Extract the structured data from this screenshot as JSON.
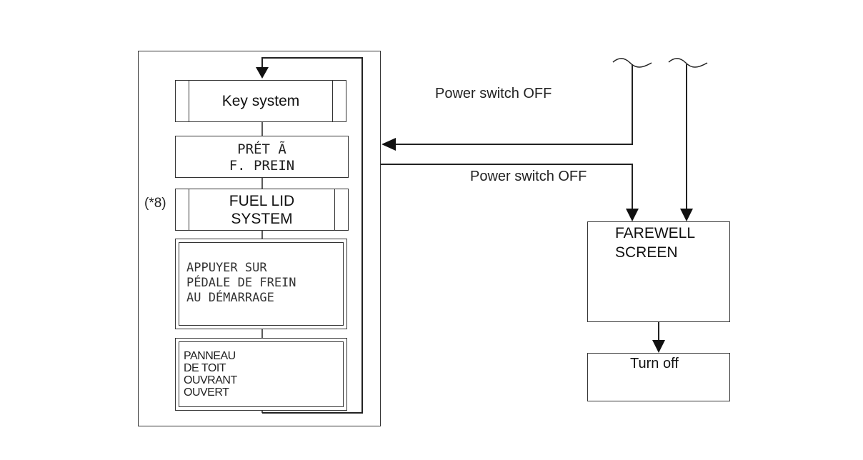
{
  "left_panel": {
    "key_system": "Key system",
    "pret_line1": "PRÉT Ã",
    "pret_line2": "F. PREIN",
    "note": "(*8)",
    "fuel_lid_line1": "FUEL LID",
    "fuel_lid_line2": "SYSTEM",
    "appuyer_lines": [
      "APPUYER SUR",
      "PÉDALE DE FREIN",
      "AU DÉMARRAGE"
    ],
    "panneau_lines": [
      "PANNEAU",
      "DE TOIT",
      "OUVRANT",
      "OUVERT"
    ]
  },
  "right_panel": {
    "power_switch_off_top": "Power switch OFF",
    "power_switch_off_bottom": "Power switch OFF",
    "farewell_line1": "FAREWELL",
    "farewell_line2": "SCREEN",
    "turn_off": "Turn off"
  }
}
